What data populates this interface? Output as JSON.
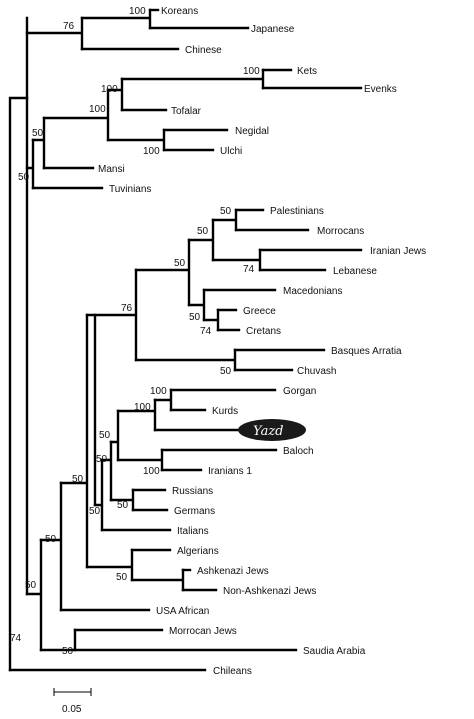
{
  "tree": {
    "taxa": [
      {
        "id": "koreans",
        "label": "Koreans"
      },
      {
        "id": "japanese",
        "label": "Japanese"
      },
      {
        "id": "chinese",
        "label": "Chinese"
      },
      {
        "id": "kets",
        "label": "Kets"
      },
      {
        "id": "evenks",
        "label": "Evenks"
      },
      {
        "id": "tofalar",
        "label": "Tofalar"
      },
      {
        "id": "negidal",
        "label": "Negidal"
      },
      {
        "id": "ulchi",
        "label": "Ulchi"
      },
      {
        "id": "mansi",
        "label": "Mansi"
      },
      {
        "id": "tuvinians",
        "label": "Tuvinians"
      },
      {
        "id": "palestinians",
        "label": "Palestinians"
      },
      {
        "id": "morrocans",
        "label": "Morrocans"
      },
      {
        "id": "iranian-jews",
        "label": "Iranian Jews"
      },
      {
        "id": "lebanese",
        "label": "Lebanese"
      },
      {
        "id": "macedonians",
        "label": "Macedonians"
      },
      {
        "id": "greece",
        "label": "Greece"
      },
      {
        "id": "cretans",
        "label": "Cretans"
      },
      {
        "id": "basques-arratia",
        "label": "Basques Arratia"
      },
      {
        "id": "chuvash",
        "label": "Chuvash"
      },
      {
        "id": "gorgan",
        "label": "Gorgan"
      },
      {
        "id": "kurds",
        "label": "Kurds"
      },
      {
        "id": "yazd",
        "label": "Yazd",
        "highlighted": true
      },
      {
        "id": "baloch",
        "label": "Baloch"
      },
      {
        "id": "iranians-1",
        "label": "Iranians 1"
      },
      {
        "id": "russians",
        "label": "Russians"
      },
      {
        "id": "germans",
        "label": "Germans"
      },
      {
        "id": "italians",
        "label": "Italians"
      },
      {
        "id": "algerians",
        "label": "Algerians"
      },
      {
        "id": "ashkenazi-jews",
        "label": "Ashkenazi Jews"
      },
      {
        "id": "non-ashkenazi-jews",
        "label": "Non-Ashkenazi Jews"
      },
      {
        "id": "usa-african",
        "label": "USA African"
      },
      {
        "id": "morrocan-jews",
        "label": "Morrocan Jews"
      },
      {
        "id": "saudia-arabia",
        "label": "Saudia Arabia"
      },
      {
        "id": "chileans",
        "label": "Chileans"
      }
    ],
    "bootstrap": [
      {
        "node": "koreans-japanese",
        "value": "100"
      },
      {
        "node": "east-asian",
        "value": "76"
      },
      {
        "node": "kets-evenks",
        "value": "100"
      },
      {
        "node": "kets-evenks-tofalar",
        "value": "100"
      },
      {
        "node": "siberian",
        "value": "100"
      },
      {
        "node": "negidal-ulchi",
        "value": "100"
      },
      {
        "node": "siberian-mansi",
        "value": "50"
      },
      {
        "node": "siberian-tuvinians",
        "value": "50"
      },
      {
        "node": "mediterranean",
        "value": "50"
      },
      {
        "node": "palestinians-morrocans",
        "value": "50"
      },
      {
        "node": "levant",
        "value": "50"
      },
      {
        "node": "iranianjews-lebanese",
        "value": "74"
      },
      {
        "node": "greece-cretans",
        "value": "74"
      },
      {
        "node": "balkan",
        "value": "50"
      },
      {
        "node": "west-eurasian",
        "value": "76"
      },
      {
        "node": "basques-chuvash",
        "value": "50"
      },
      {
        "node": "gorgan-kurds",
        "value": "100"
      },
      {
        "node": "iranian-core",
        "value": "100"
      },
      {
        "node": "baloch-iranians1",
        "value": "100"
      },
      {
        "node": "iranian-baloch",
        "value": "50"
      },
      {
        "node": "iranian-group",
        "value": "50"
      },
      {
        "node": "russians-germans",
        "value": "50"
      },
      {
        "node": "eurasian-core",
        "value": "50"
      },
      {
        "node": "jewish-pair",
        "value": "50"
      },
      {
        "node": "algerian-jewish",
        "value": "50"
      },
      {
        "node": "usa-african-node",
        "value": "50"
      },
      {
        "node": "morrocanjews-saudi",
        "value": "50"
      },
      {
        "node": "root-chileans",
        "value": "74"
      }
    ]
  },
  "scale": {
    "label": "0.05"
  }
}
